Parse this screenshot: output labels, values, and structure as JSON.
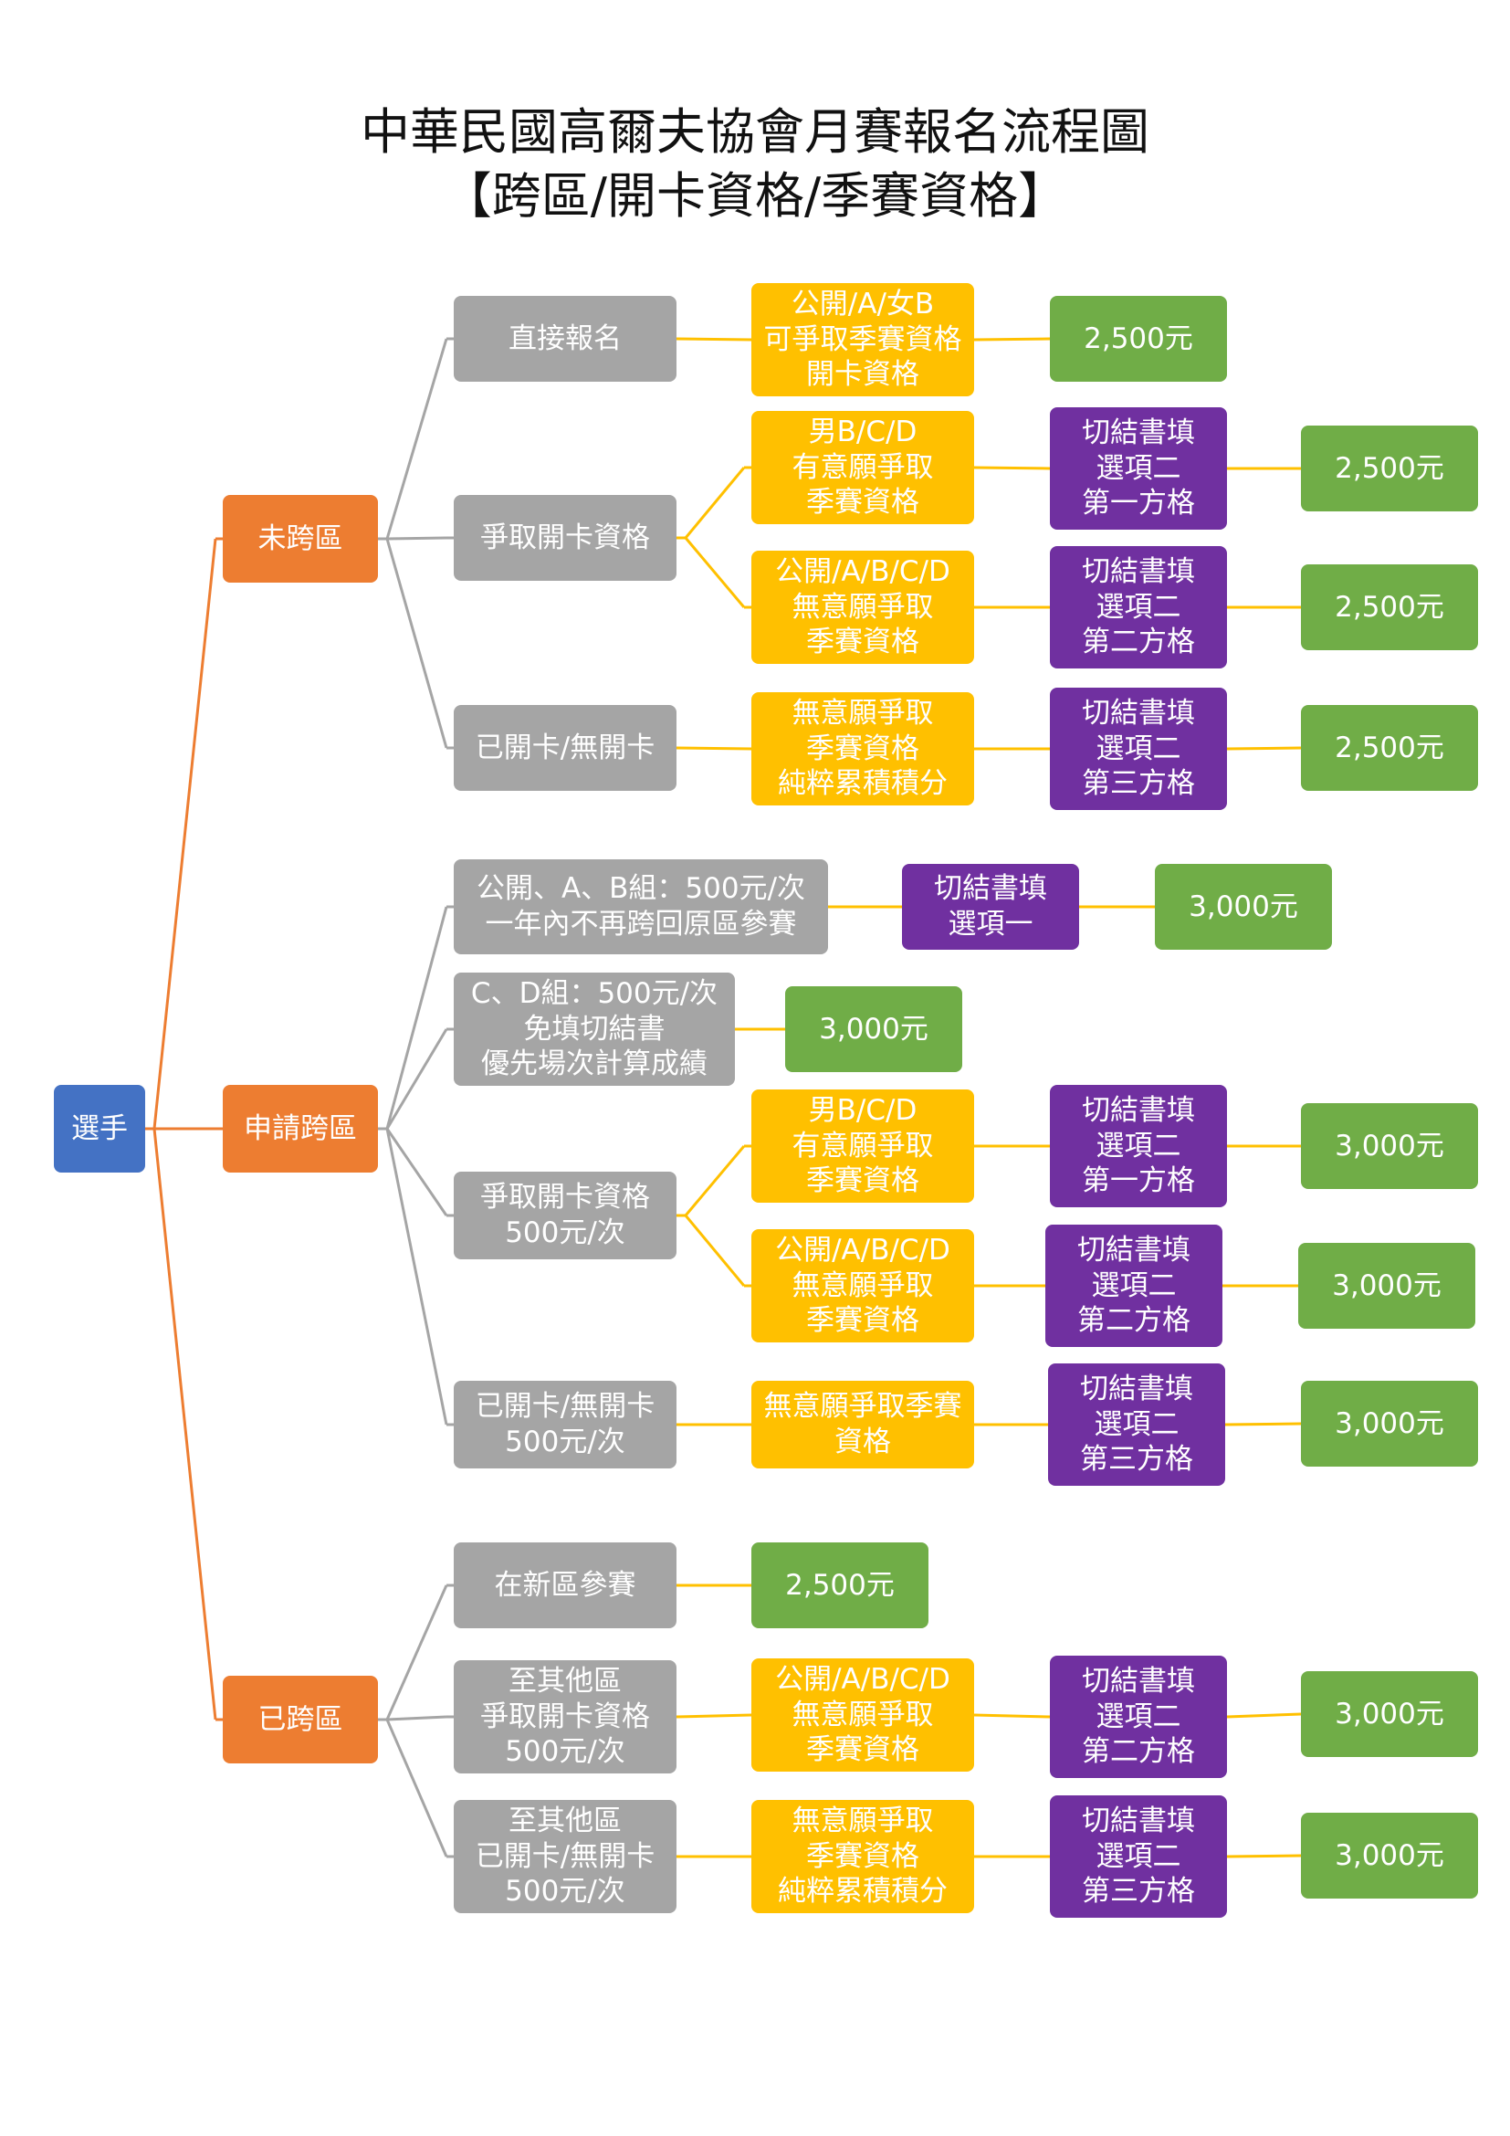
{
  "title": {
    "line1": "中華民國高爾夫協會月賽報名流程圖",
    "line2": "【跨區/開卡資格/季賽資格】"
  },
  "colors": {
    "blue": "#4472c4",
    "orange": "#ed7d31",
    "gray": "#a5a5a5",
    "yellow": "#ffc000",
    "purple": "#7030a0",
    "green": "#70ad47"
  },
  "nodes": {
    "root": "選手",
    "cat_no_cross": "未跨區",
    "cat_apply_cross": "申請跨區",
    "cat_crossed": "已跨區",
    "a1": "直接報名",
    "a1y": "公開/A/女B\n可爭取季賽資格\n開卡資格",
    "a1g": "2,500元",
    "a2": "爭取開卡資格",
    "a2y1": "男B/C/D\n有意願爭取\n季賽資格",
    "a2p1": "切結書填\n選項二\n第一方格",
    "a2g1": "2,500元",
    "a2y2": "公開/A/B/C/D\n無意願爭取\n季賽資格",
    "a2p2": "切結書填\n選項二\n第二方格",
    "a2g2": "2,500元",
    "a3": "已開卡/無開卡",
    "a3y": "無意願爭取\n季賽資格\n純粹累積積分",
    "a3p": "切結書填\n選項二\n第三方格",
    "a3g": "2,500元",
    "b1": "公開、A、B組：500元/次\n一年內不再跨回原區參賽",
    "b1p": "切結書填\n選項一",
    "b1g": "3,000元",
    "b2": "C、D組：500元/次\n免填切結書\n優先場次計算成績",
    "b2g": "3,000元",
    "b3": "爭取開卡資格\n500元/次",
    "b3y1": "男B/C/D\n有意願爭取\n季賽資格",
    "b3p1": "切結書填\n選項二\n第一方格",
    "b3g1": "3,000元",
    "b3y2": "公開/A/B/C/D\n無意願爭取\n季賽資格",
    "b3p2": "切結書填\n選項二\n第二方格",
    "b3g2": "3,000元",
    "b4": "已開卡/無開卡\n500元/次",
    "b4y": "無意願爭取季賽\n資格",
    "b4p": "切結書填\n選項二\n第三方格",
    "b4g": "3,000元",
    "c1": "在新區參賽",
    "c1g": "2,500元",
    "c2": "至其他區\n爭取開卡資格\n500元/次",
    "c2y": "公開/A/B/C/D\n無意願爭取\n季賽資格",
    "c2p": "切結書填\n選項二\n第二方格",
    "c2g": "3,000元",
    "c3": "至其他區\n已開卡/無開卡\n500元/次",
    "c3y": "無意願爭取\n季賽資格\n純粹累積積分",
    "c3p": "切結書填\n選項二\n第三方格",
    "c3g": "3,000元"
  }
}
